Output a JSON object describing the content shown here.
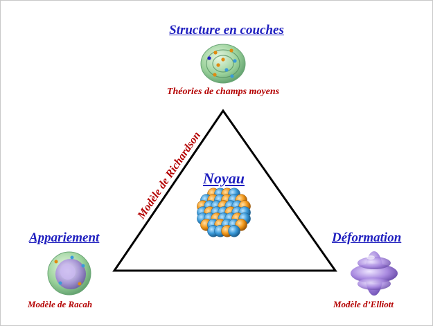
{
  "top": {
    "title": "Structure en couches",
    "subtitle": "Théories de champs moyens"
  },
  "center": {
    "title": "Noyau"
  },
  "left": {
    "title": "Appariement",
    "subtitle": "Modèle de Racah"
  },
  "right": {
    "title": "Déformation",
    "subtitle": "Modèle d’Elliott"
  },
  "edge_label": "Modèle de Richardson",
  "colors": {
    "heading": "#1f1fbf",
    "subheading": "#b40000",
    "triangle": "#000000",
    "nucleon_blue": "#3a9ad9",
    "nucleon_orange": "#f39a1c",
    "sphere_green": "#9bd29b",
    "deformed_purple": "#9b7ad9"
  },
  "icons": {
    "top": "shell-structure-icon",
    "center": "nucleus-icon",
    "left": "pairing-sphere-icon",
    "right": "deformed-nucleus-icon"
  }
}
